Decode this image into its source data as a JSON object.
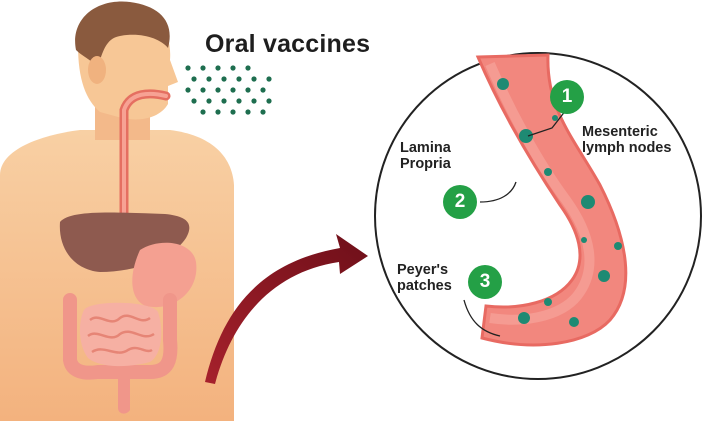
{
  "title": "Oral vaccines",
  "sites": [
    {
      "number": "1",
      "label": "Mesenteric\nlymph nodes"
    },
    {
      "number": "2",
      "label": "Lamina\nPropria"
    },
    {
      "number": "3",
      "label": "Peyer's\npatches"
    }
  ],
  "colors": {
    "skin": "#f6c28f",
    "hair": "#8a5a3e",
    "liver": "#8e5a4f",
    "intestine": "#f3a79b",
    "gut_wall": "#f2877e",
    "vaccine_dot": "#1e6e4f",
    "badge": "#24a046",
    "arrow": "#8d1a24"
  }
}
